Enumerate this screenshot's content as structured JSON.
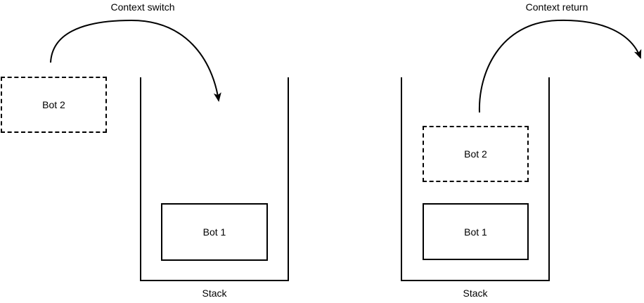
{
  "diagram": {
    "left_panel": {
      "arrow_label": "Context switch",
      "floating_box_label": "Bot 2",
      "stack_box_label": "Bot 1",
      "stack_caption": "Stack"
    },
    "right_panel": {
      "arrow_label": "Context return",
      "stacked_dashed_box_label": "Bot 2",
      "stack_box_label": "Bot 1",
      "stack_caption": "Stack"
    },
    "colors": {
      "stroke": "#000000",
      "text": "#000000",
      "background": "#ffffff"
    }
  }
}
